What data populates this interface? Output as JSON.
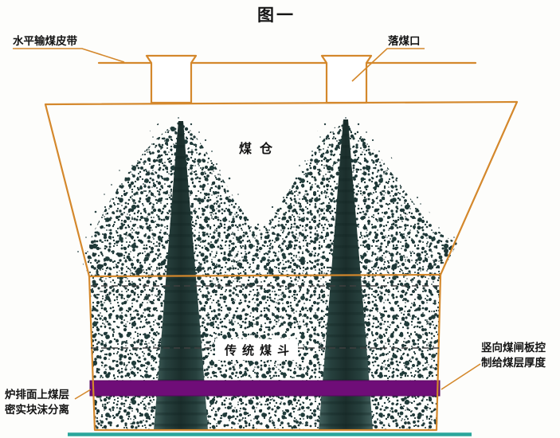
{
  "figure": {
    "title": "图一"
  },
  "labels": {
    "belt": "水平输煤皮带",
    "drop_opening": "落煤口",
    "bunker": "煤仓",
    "hopper": "传统煤斗",
    "gate_line1": "竖向煤闸板控",
    "gate_line2": "制给煤层厚度",
    "grate_line1": "炉排面上煤层",
    "grate_line2": "密实块沫分离"
  },
  "colors": {
    "outline": "#d4882c",
    "coal_dot": "#1f3737",
    "cone_dark": "#1b2e2c",
    "gate_bar": "#6f0d78",
    "grate_line": "#2ba69c",
    "hopper_label": "#c07018",
    "text": "#141414"
  }
}
